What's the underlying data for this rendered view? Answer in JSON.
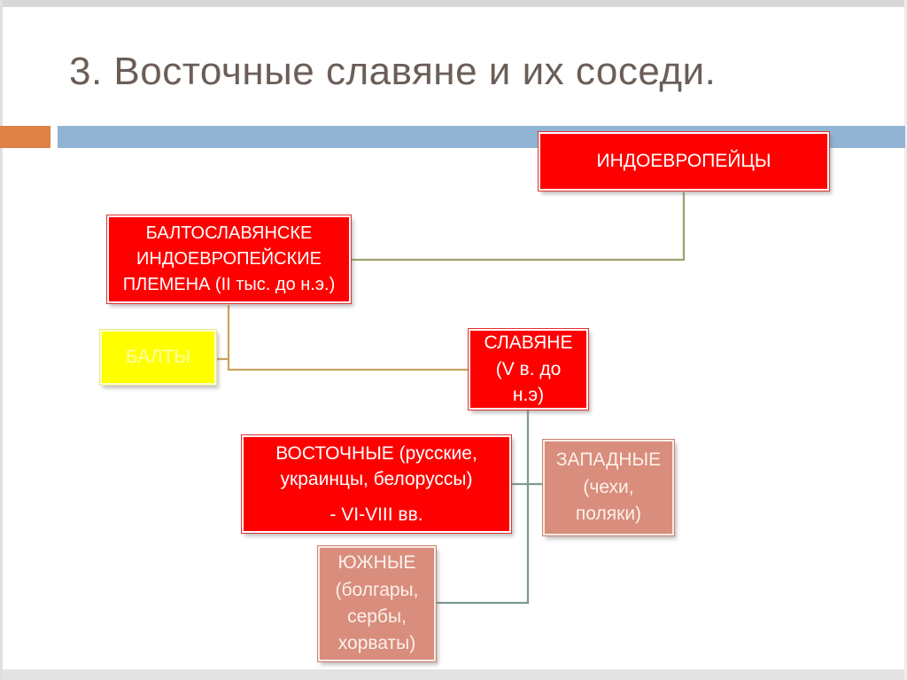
{
  "slide": {
    "title": "3. Восточные славяне и их соседи."
  },
  "colors": {
    "title": "#6B5E57",
    "band_blue": "#92B4D4",
    "band_orange": "#DD8147",
    "box_red": "#FE0000",
    "box_yellow": "#FFFF00",
    "box_salmon": "#D98D7C",
    "connector_olive": "#A0A06E",
    "connector_gold": "#C9A35B",
    "connector_teal": "#7D9A92"
  },
  "diagram": {
    "nodes": {
      "indoeuropeans": {
        "label": "ИНДОЕВРОПЕЙЦЫ"
      },
      "baltoslavic": {
        "lines": [
          "БАЛТОСЛАВЯНСКЕ",
          "ИНДОЕВРОПЕЙСКИЕ",
          "ПЛЕМЕНА (II тыс. до н.э.)"
        ]
      },
      "balts": {
        "label": "БАЛТЫ"
      },
      "slavs": {
        "lines": [
          "СЛАВЯНЕ",
          "(V в. до",
          "н.э)"
        ]
      },
      "eastern": {
        "lines": [
          "ВОСТОЧНЫЕ (русские,",
          "украинцы, белоруссы)"
        ],
        "period": "- VI-VIII вв."
      },
      "western": {
        "lines": [
          "ЗАПАДНЫЕ",
          "(чехи,",
          "поляки)"
        ]
      },
      "southern": {
        "lines": [
          "ЮЖНЫЕ",
          "(болгары,",
          "сербы,",
          "хорваты)"
        ]
      }
    }
  }
}
